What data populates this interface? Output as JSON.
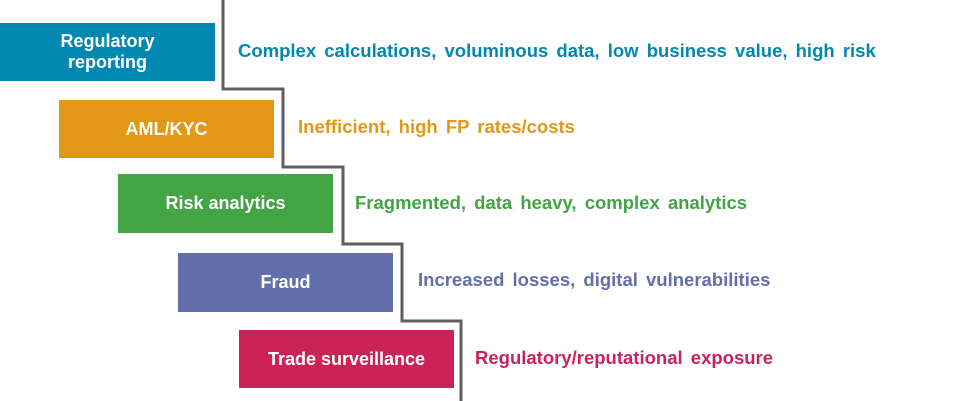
{
  "rows": [
    {
      "label": "Regulatory reporting",
      "description": "Complex calculations, voluminous data, low business value, high risk",
      "color": "#0088b3"
    },
    {
      "label": "AML/KYC",
      "description": "Inefficient, high FP rates/costs",
      "color": "#e29816"
    },
    {
      "label": "Risk analytics",
      "description": "Fragmented, data heavy, complex analytics",
      "color": "#42a443"
    },
    {
      "label": "Fraud",
      "description": "Increased losses, digital vulnerabilities",
      "color": "#636faa"
    },
    {
      "label": "Trade surveillance",
      "description": "Regulatory/reputational exposure",
      "color": "#cb2358"
    }
  ],
  "line_color": "#5f5f5f"
}
